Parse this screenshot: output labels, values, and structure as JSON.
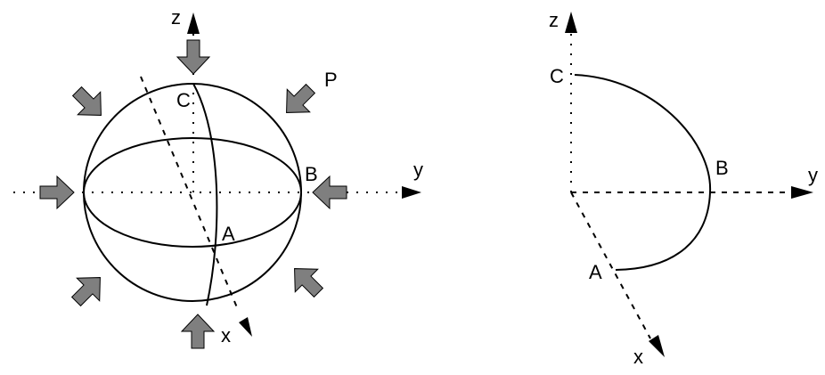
{
  "left_figure": {
    "labels": {
      "z": "z",
      "y": "y",
      "x": "x",
      "A": "A",
      "B": "B",
      "C": "C",
      "P": "P"
    },
    "force_arrow_color": "#7f7f7f"
  },
  "right_figure": {
    "labels": {
      "z": "z",
      "y": "y",
      "x": "x",
      "A": "A",
      "B": "B",
      "C": "C"
    }
  }
}
